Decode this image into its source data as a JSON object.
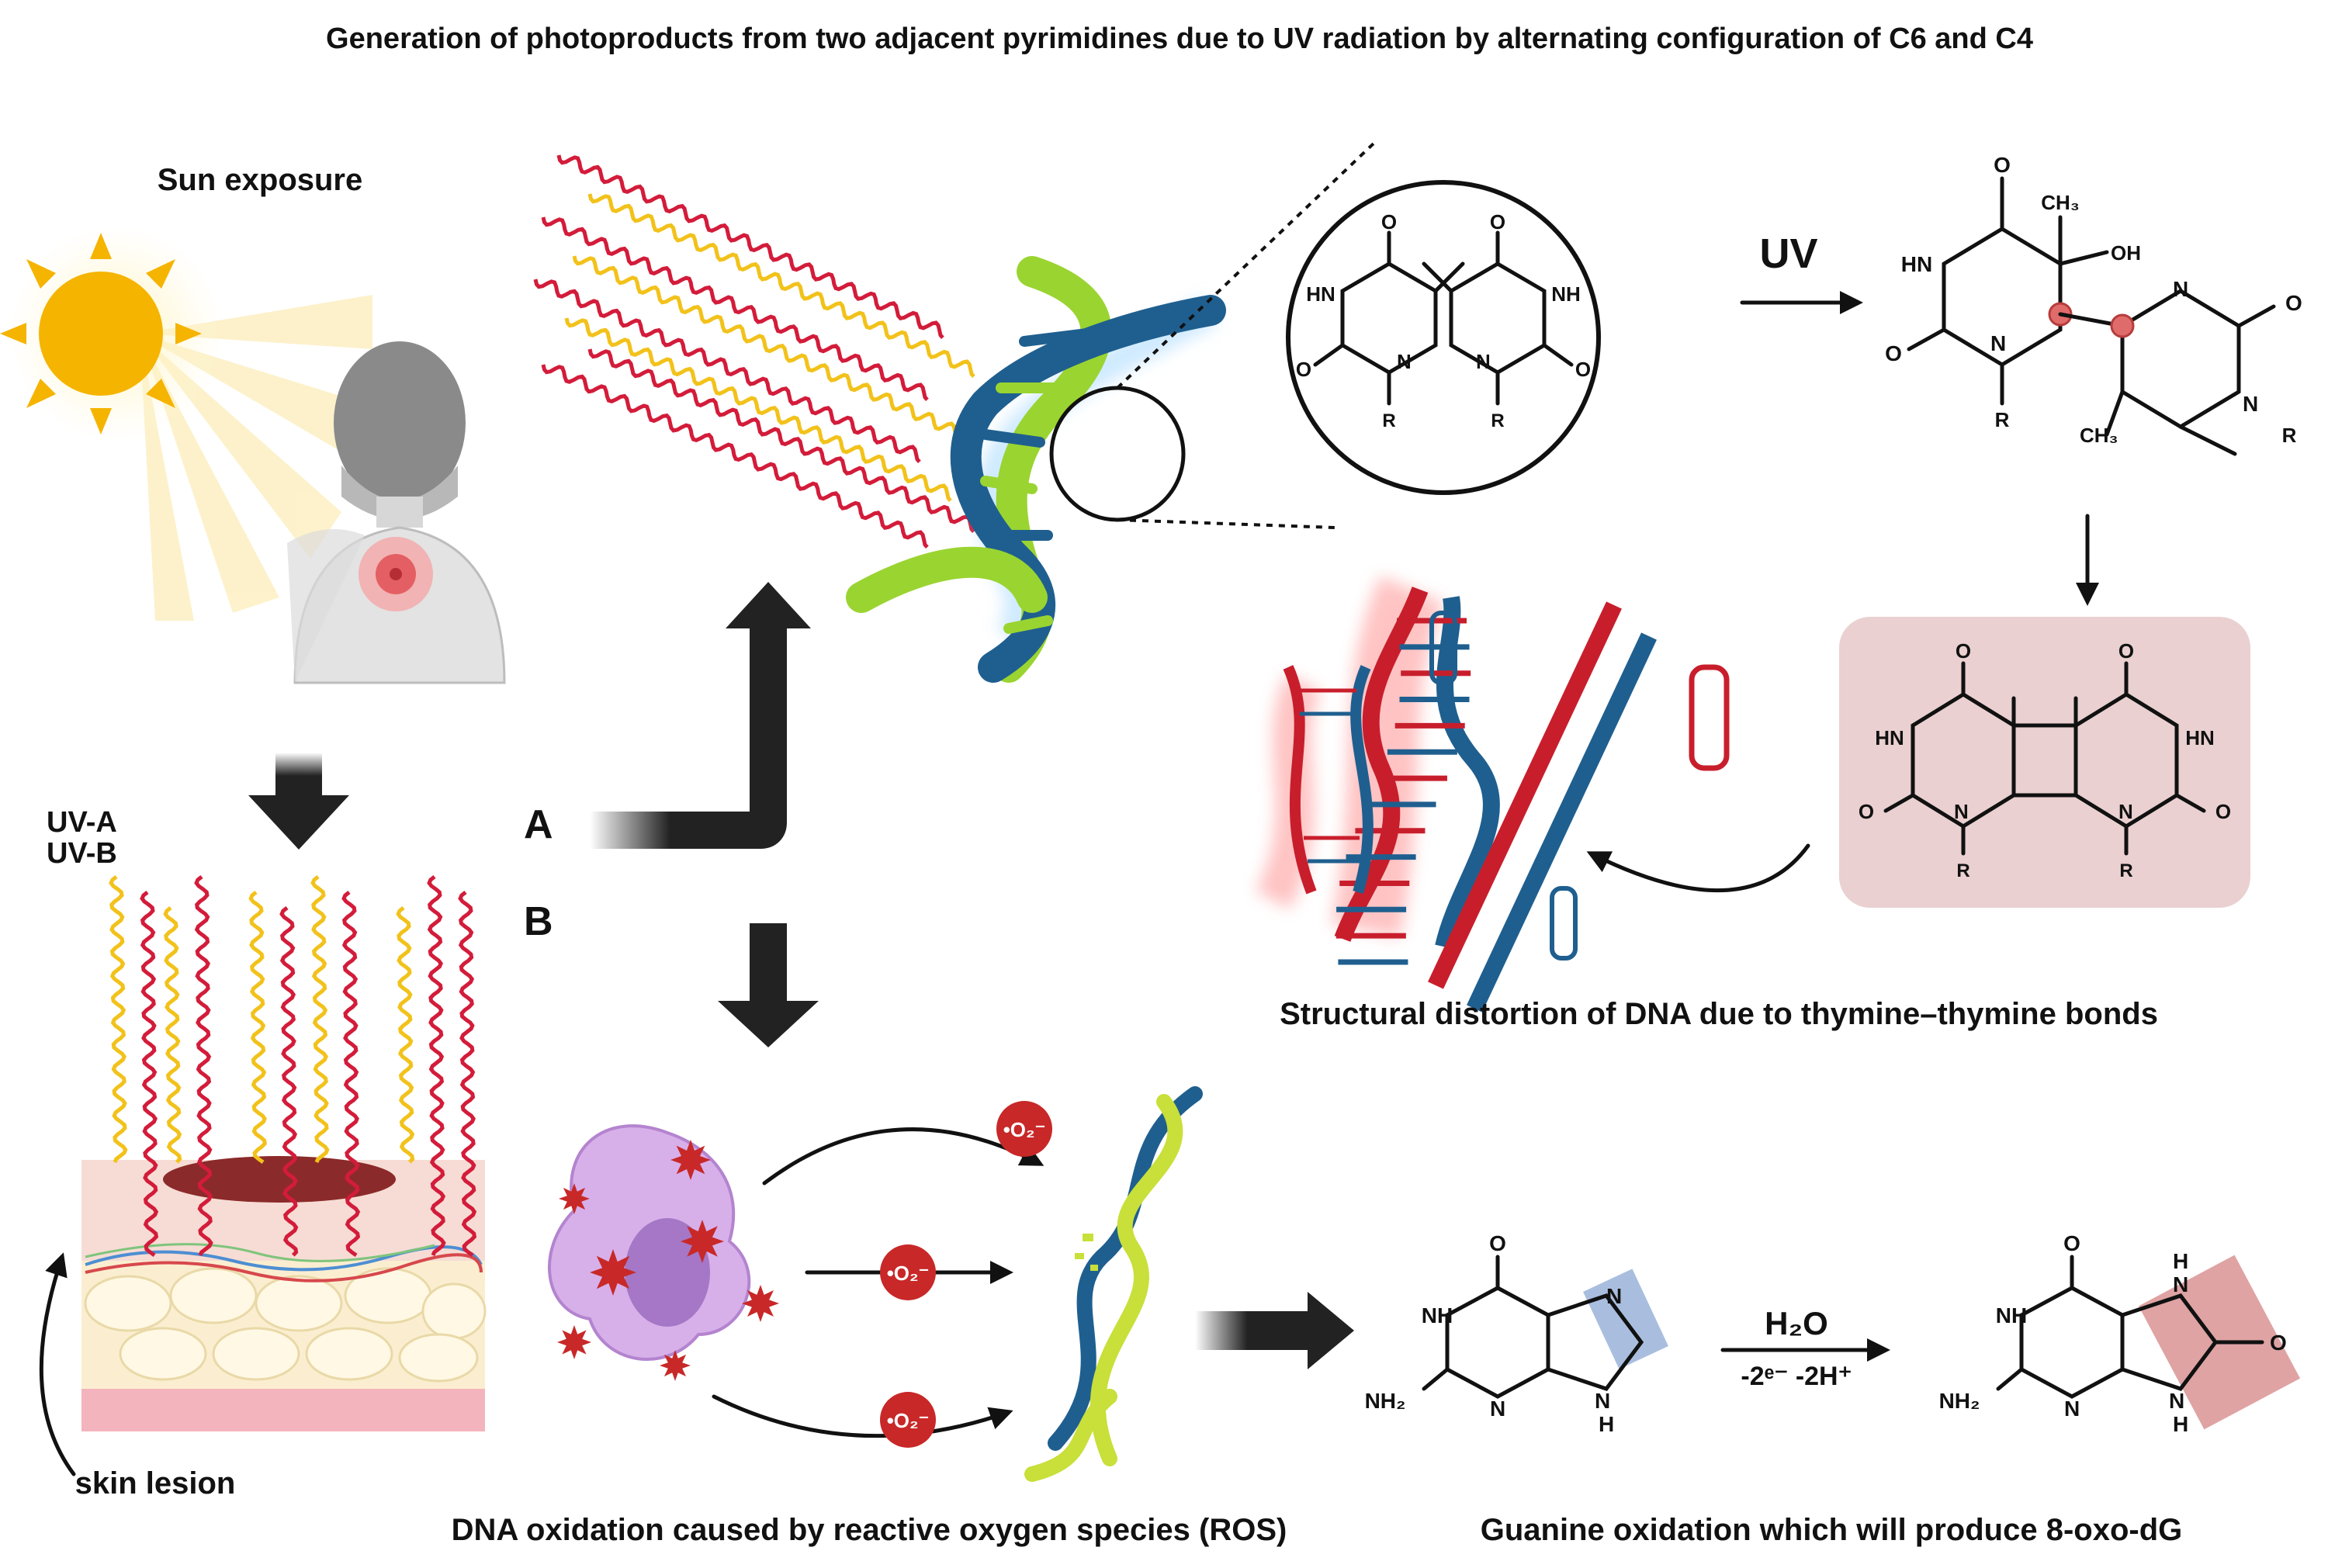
{
  "title": "Generation of photoproducts from two adjacent pyrimidines due to UV radiation by alternating configuration of C6 and C4",
  "labels": {
    "sun_exposure": "Sun exposure",
    "uva": "UV-A",
    "uvb": "UV-B",
    "skin_lesion": "skin lesion",
    "path_a": "A",
    "path_b": "B",
    "uv_arrow": "UV",
    "distortion_caption": "Structural distortion of DNA due to thymine–thymine bonds",
    "ros_caption": "DNA oxidation caused by reactive oxygen species (ROS)",
    "guanine_caption": "Guanine oxidation which will produce 8-oxo-dG",
    "water": "H₂O",
    "electron_loss": "-2ᵉ⁻ -2H⁺"
  },
  "chem": {
    "o": "O",
    "hn": "HN",
    "nh": "NH",
    "n": "N",
    "h": "H",
    "r": "R",
    "oh": "OH",
    "ch3": "CH₃",
    "nh2": "NH₂",
    "o2_radical": "•O₂⁻"
  },
  "colors": {
    "dna_blue": "#1f5f8f",
    "dna_green": "#9ad431",
    "dna_red": "#c81e2c",
    "uv_red": "#d31c3a",
    "uv_yellow": "#f2c21b",
    "sun": "#f5b400",
    "cell_purple": "#c99be0",
    "dimer_box": "#ead0d0",
    "highlight_blue": "#a9bedf",
    "highlight_red": "#d99393",
    "arrow_dark": "#222222"
  }
}
